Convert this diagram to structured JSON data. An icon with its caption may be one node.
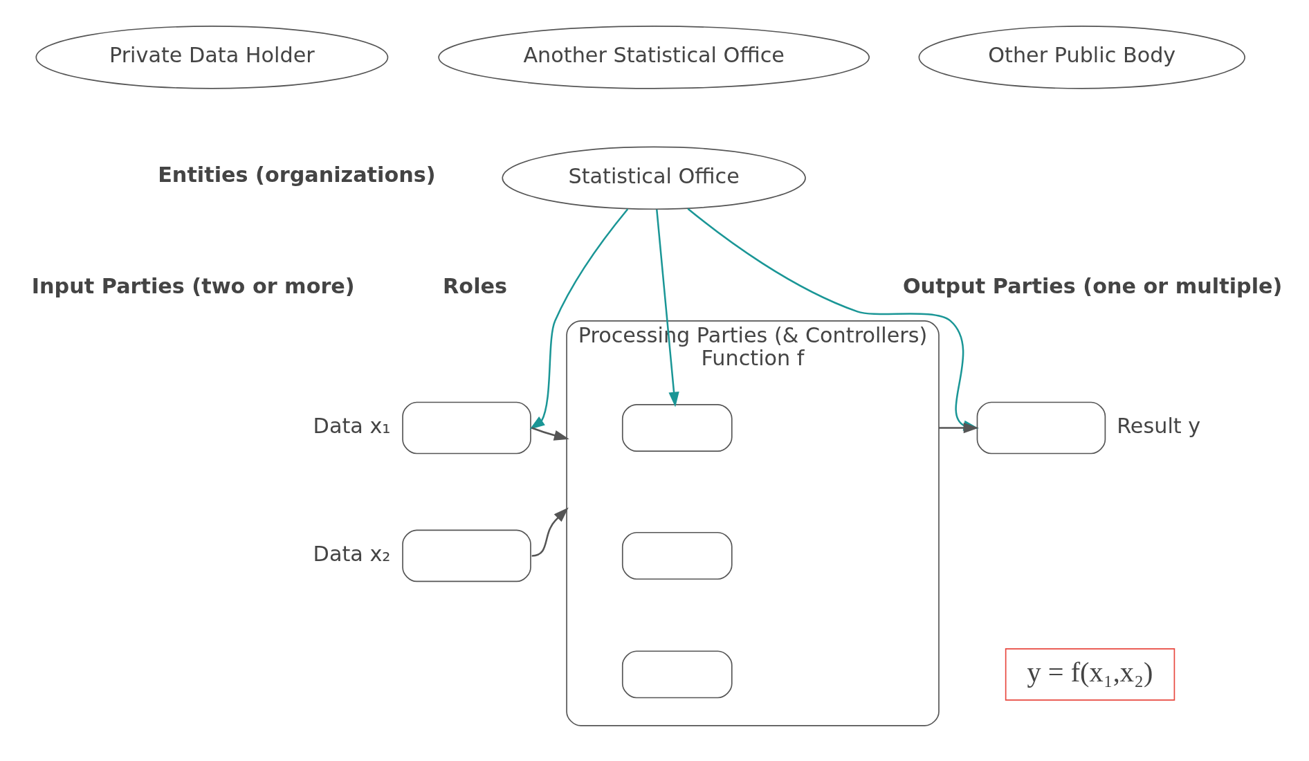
{
  "diagram": {
    "nodes": [
      {
        "text": [
          "Private Data Holder"
        ]
      },
      {
        "text": [
          "Another Statistical Office"
        ]
      },
      {
        "text": [
          "Other Public Body"
        ]
      },
      {
        "text": [
          "Statistical Office"
        ]
      },
      {
        "text": [],
        "shape": "box",
        "beside": [
          "Data x₁"
        ]
      },
      {
        "text": [],
        "shape": "box",
        "beside": [
          "Data x₂"
        ]
      },
      {
        "text": [
          "Processing Parties (& Controllers)",
          "Function f"
        ]
      },
      {
        "text": [],
        "shape": "box",
        "in": 6
      },
      {
        "text": [],
        "shape": "box",
        "in": 6
      },
      {
        "text": [],
        "shape": "box",
        "in": 6
      },
      {
        "text": [],
        "shape": "box",
        "beside": [
          "Result y"
        ]
      },
      {
        "text": [
          "y = f(x₁,x₂)"
        ]
      }
    ],
    "edges": [
      {
        "from": 3,
        "to": 4,
        "arrow": "to",
        "color": "#1a9696"
      },
      {
        "from": 3,
        "to": 7,
        "arrow": "to",
        "color": "#1a9696"
      },
      {
        "from": 3,
        "to": 10,
        "arrow": "to",
        "color": "#1a9696"
      },
      {
        "from": 4,
        "to": 6,
        "arrow": "to"
      },
      {
        "from": 5,
        "to": 6,
        "arrow": "to"
      },
      {
        "from": 6,
        "to": 10,
        "arrow": "to"
      }
    ],
    "labels": [
      "Entities (organizations)",
      "Roles",
      "Input Parties (two or more)",
      "Output Parties (one or multiple)"
    ]
  }
}
